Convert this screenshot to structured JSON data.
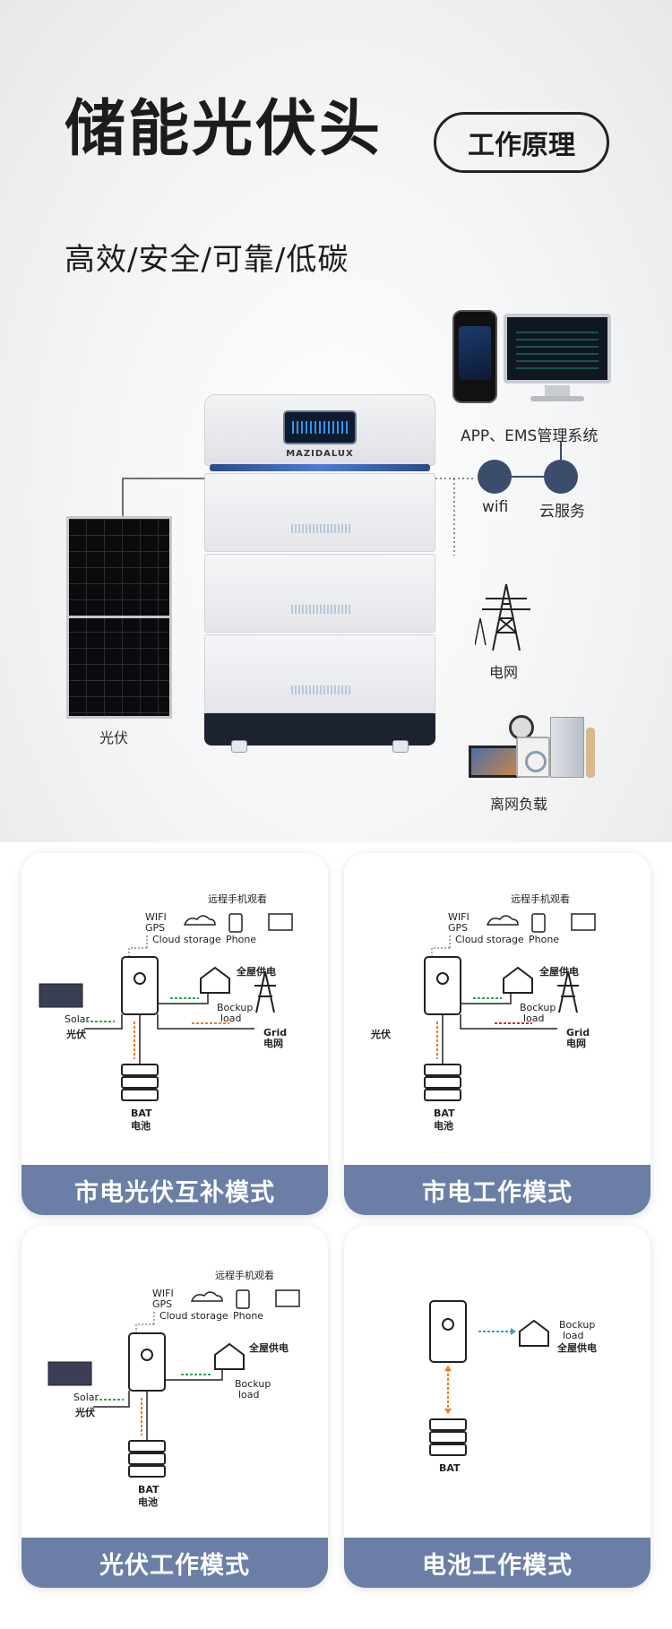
{
  "header": {
    "title": "储能光伏头",
    "principle_button": "工作原理",
    "subtitle": "高效/安全/可靠/低碳"
  },
  "system": {
    "ems_label": "APP、EMS管理系统",
    "wifi_label": "wifi",
    "cloud_label": "云服务",
    "grid_label": "电网",
    "pv_label": "光伏",
    "load_label": "离网负载",
    "cabinet_brand": "MAZIDALUX"
  },
  "diagram": {
    "remote": "远程手机观看",
    "wifi": "WIFI",
    "gps": "GPS",
    "cloud_storage": "Cloud storage",
    "phone": "Phone",
    "whole_house": "全屋供电",
    "backup1": "Bockup",
    "backup2": "load",
    "solar": "Solar",
    "pv": "光伏",
    "grid_en": "Grid",
    "grid_cn": "电网",
    "bat": "BAT",
    "bat_cn": "电池"
  },
  "modes": [
    {
      "label": "市电光伏互补模式"
    },
    {
      "label": "市电工作模式"
    },
    {
      "label": "光伏工作模式"
    },
    {
      "label": "电池工作模式"
    }
  ],
  "colors": {
    "footer": "#6b7ea6",
    "node": "#3a4d6b",
    "arrow_green": "#2fa84f",
    "arrow_orange": "#f07b1d",
    "arrow_red": "#d8262b",
    "arrow_blue": "#2c9fd8"
  }
}
